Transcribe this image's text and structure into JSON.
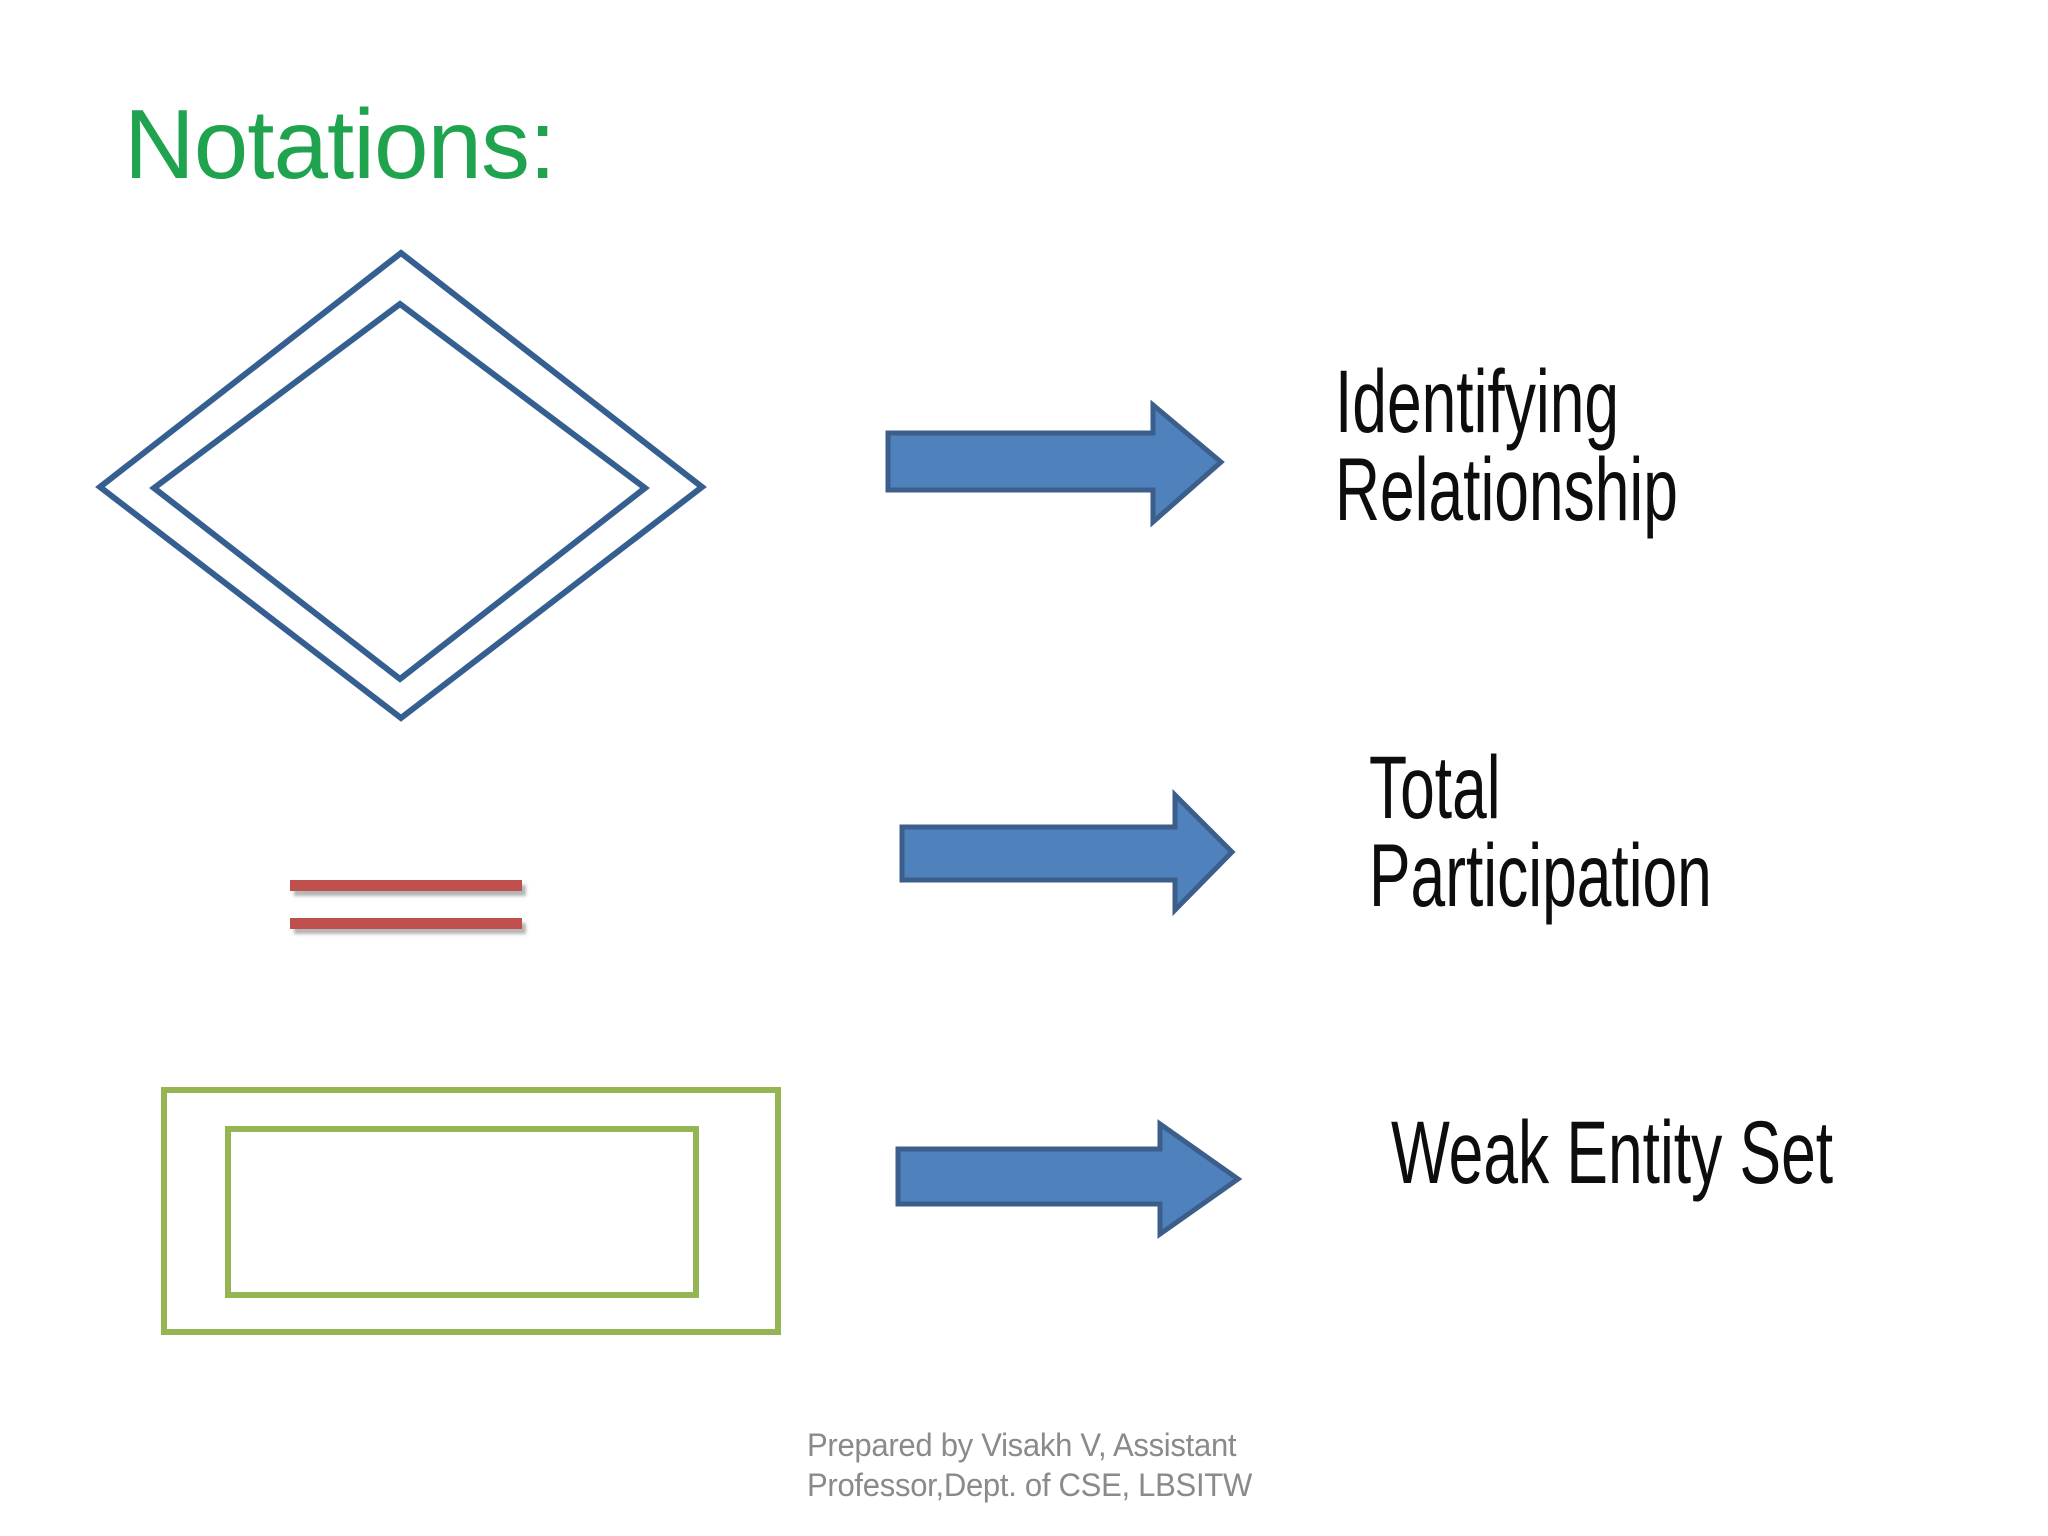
{
  "slide": {
    "title": "Notations:",
    "rows": [
      {
        "symbol": "double-diamond",
        "meaning": "Identifying Relationship",
        "lines": [
          "Identifying",
          "Relationship"
        ]
      },
      {
        "symbol": "double-parallel-lines",
        "meaning": "Total Participation",
        "lines": [
          "Total",
          "Participation"
        ]
      },
      {
        "symbol": "double-rectangle",
        "meaning": "Weak Entity Set",
        "lines": [
          "Weak Entity Set"
        ]
      }
    ],
    "arrow_icon": "right-arrow",
    "footer": {
      "line1": "Prepared by Visakh V, Assistant",
      "line2": "Professor,Dept. of CSE, LBSITW"
    }
  },
  "colors": {
    "background": "#FFFFFF",
    "title_green": "#20A34E",
    "diamond_stroke": "#365F91",
    "arrow_fill": "#4F81BD",
    "arrow_stroke": "#3B5E8B",
    "line_red": "#C0504D",
    "rect_green": "#95B554",
    "label_black": "#0D0D0D",
    "footer_gray": "#8A8A8A"
  }
}
